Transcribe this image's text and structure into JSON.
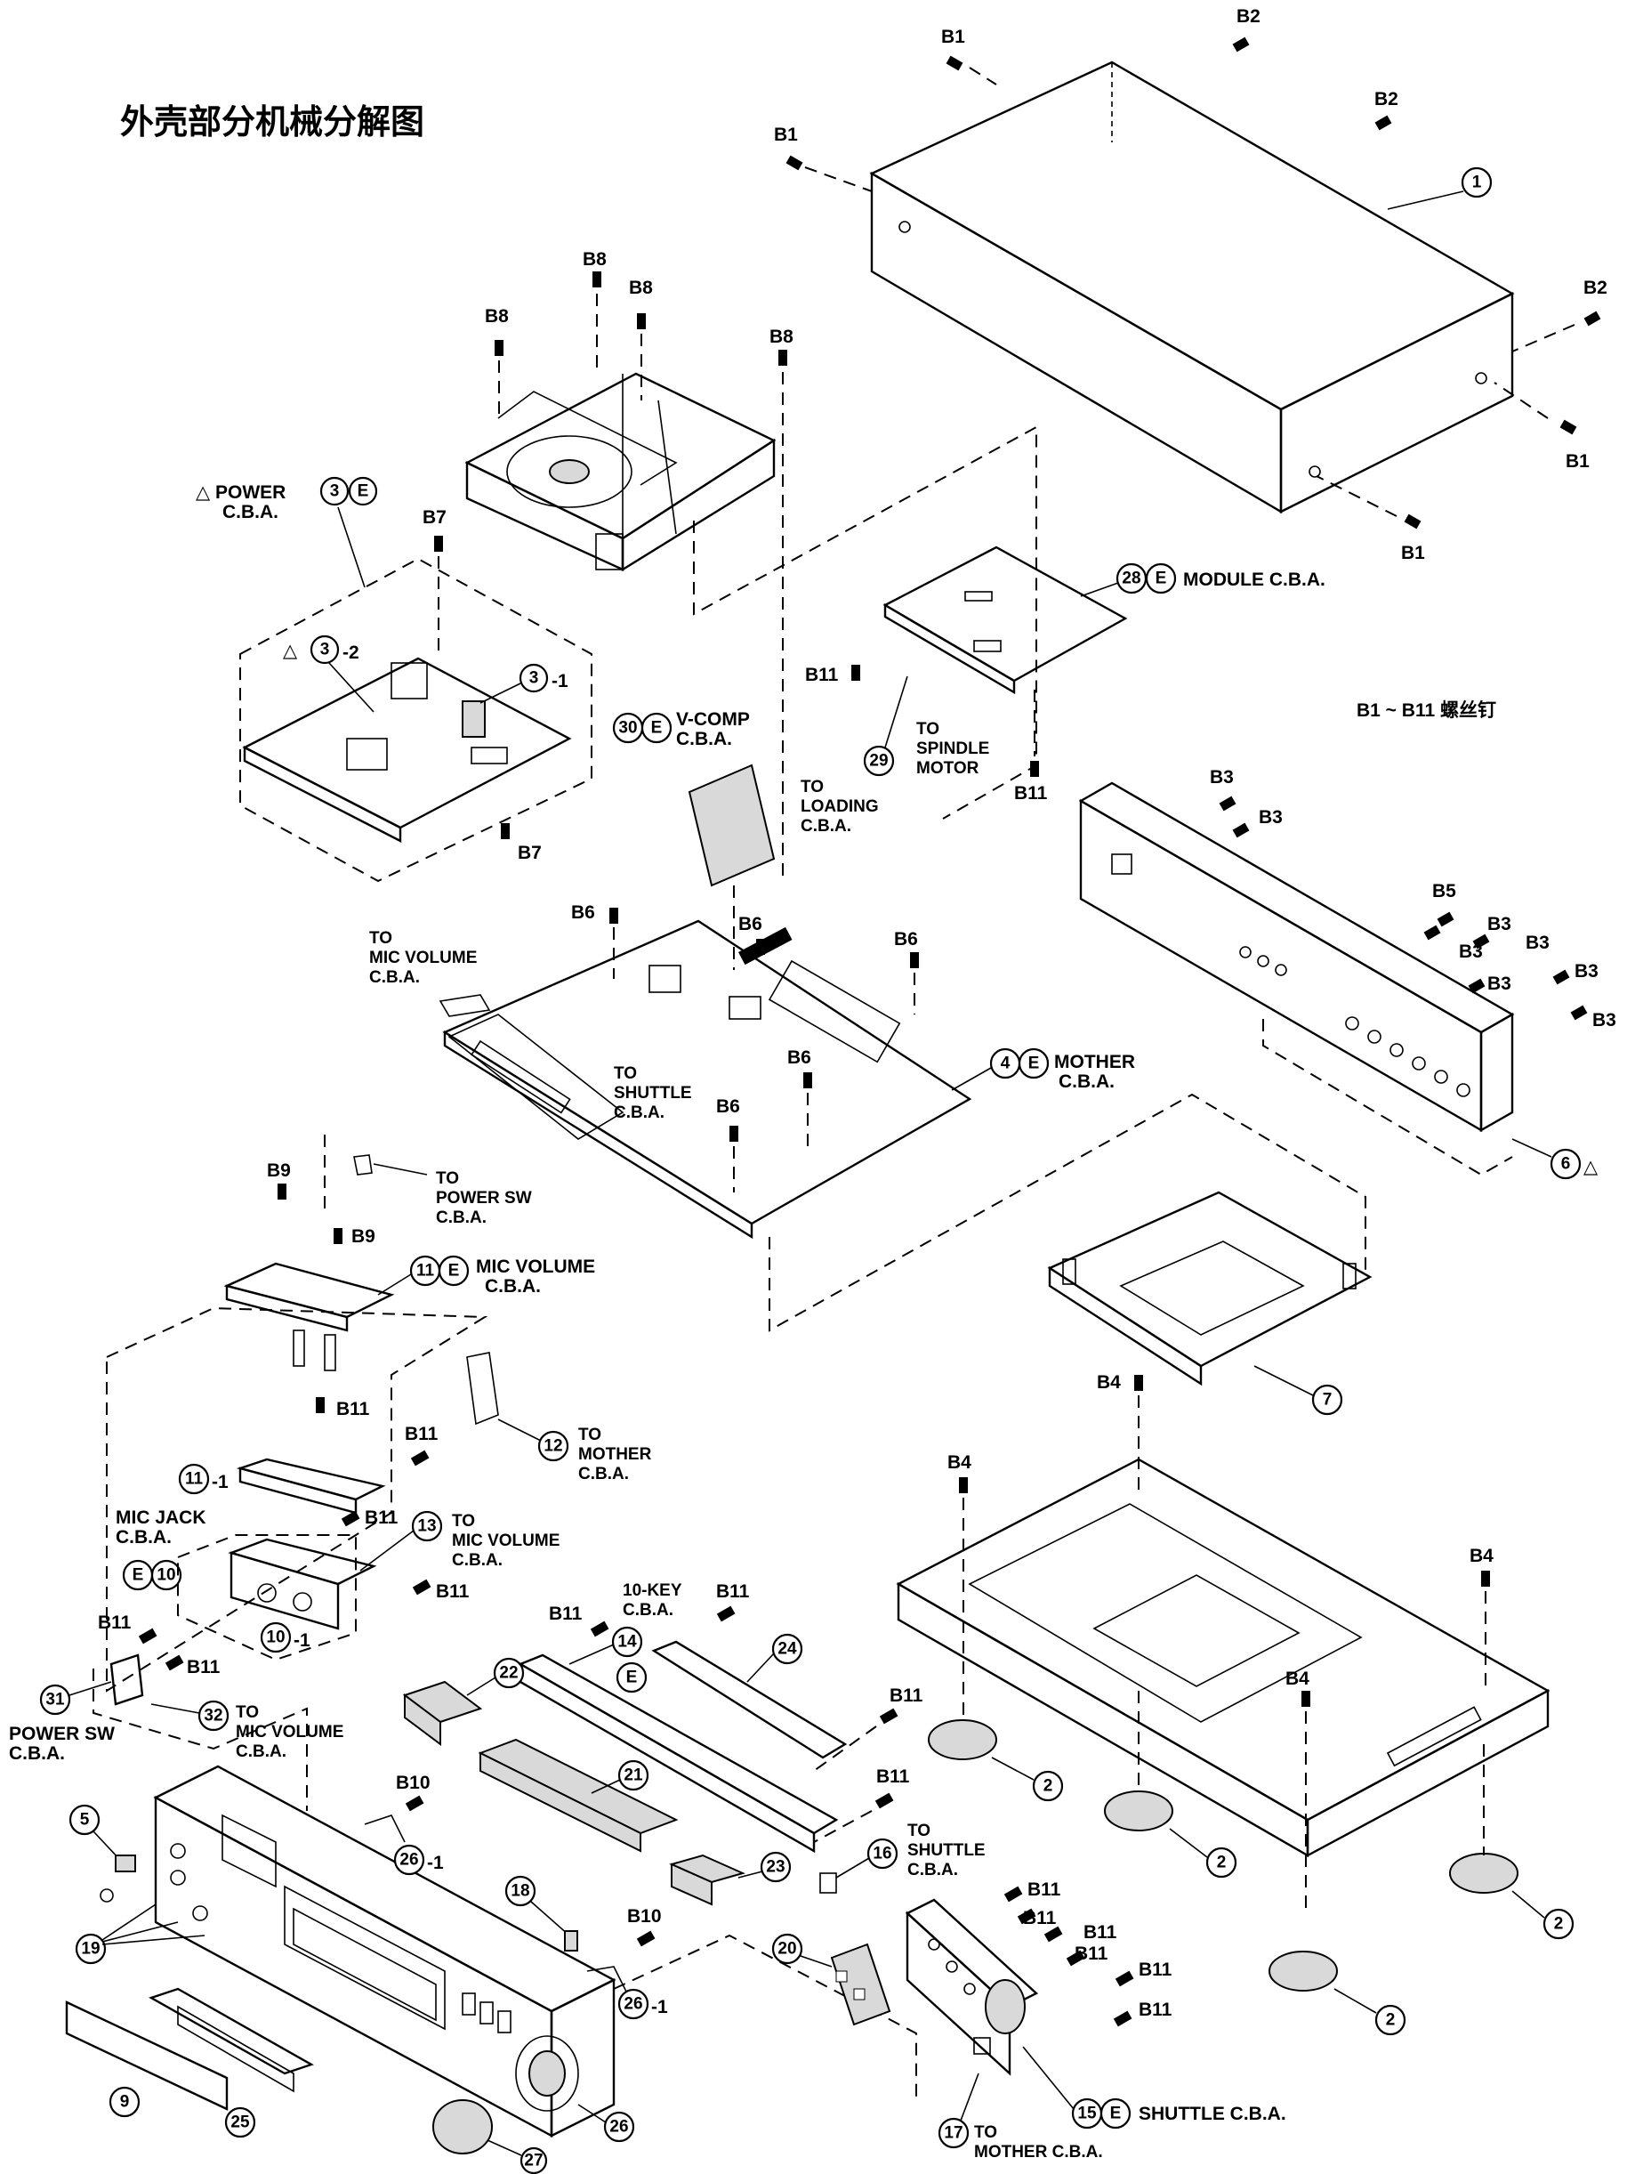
{
  "title": "外壳部分机械分解图",
  "note": "B1 ~ B11 螺丝钉",
  "screws": {
    "b1": "B1",
    "b2": "B2",
    "b3": "B3",
    "b4": "B4",
    "b5": "B5",
    "b6": "B6",
    "b7": "B7",
    "b8": "B8",
    "b9": "B9",
    "b10": "B10",
    "b11": "B11"
  },
  "parts": {
    "p1": "1",
    "p2": "2",
    "p3": "3",
    "p3_1": "-1",
    "p3_2": "-2",
    "p4": "4",
    "p5": "5",
    "p6": "6",
    "p7": "7",
    "p9": "9",
    "p10": "10",
    "p10_1": "-1",
    "p11": "11",
    "p11_1": "-1",
    "p12": "12",
    "p13": "13",
    "p14": "14",
    "p15": "15",
    "p16": "16",
    "p17": "17",
    "p18": "18",
    "p19": "19",
    "p20": "20",
    "p21": "21",
    "p22": "22",
    "p23": "23",
    "p24": "24",
    "p25": "25",
    "p26": "26",
    "p26_1": "-1",
    "p27": "27",
    "p28": "28",
    "p29": "29",
    "p30": "30",
    "p31": "31",
    "p32": "32",
    "e": "E"
  },
  "labels": {
    "power_1": "POWER",
    "power_2": "C.B.A.",
    "module": "MODULE C.B.A.",
    "vcomp_1": "V-COMP",
    "vcomp_2": "C.B.A.",
    "to_spindle_1": "TO",
    "to_spindle_2": "SPINDLE",
    "to_spindle_3": "MOTOR",
    "to_loading_1": "TO",
    "to_loading_2": "LOADING",
    "to_loading_3": "C.B.A.",
    "to_micvol_1": "TO",
    "to_micvol_2": "MIC VOLUME",
    "to_micvol_3": "C.B.A.",
    "to_shuttle_1": "TO",
    "to_shuttle_2": "SHUTTLE",
    "to_shuttle_3": "C.B.A.",
    "mother_1": "MOTHER",
    "mother_2": "C.B.A.",
    "to_powersw_1": "TO",
    "to_powersw_2": "POWER SW",
    "to_powersw_3": "C.B.A.",
    "micvol_1": "MIC VOLUME",
    "micvol_2": "C.B.A.",
    "to_mother_1": "TO",
    "to_mother_2": "MOTHER",
    "to_mother_3": "C.B.A.",
    "micjack_1": "MIC JACK",
    "micjack_2": "C.B.A.",
    "to_micvol13_1": "TO",
    "to_micvol13_2": "MIC VOLUME",
    "to_micvol13_3": "C.B.A.",
    "tenkey_1": "10-KEY",
    "tenkey_2": "C.B.A.",
    "powersw_1": "POWER SW",
    "powersw_2": "C.B.A.",
    "to_micvol32_1": "TO",
    "to_micvol32_2": "MIC VOLUME",
    "to_micvol32_3": "C.B.A.",
    "to_shuttle16_1": "TO",
    "to_shuttle16_2": "SHUTTLE",
    "to_shuttle16_3": "C.B.A.",
    "shuttle": "SHUTTLE C.B.A.",
    "to_mother17_1": "TO",
    "to_mother17_2": "MOTHER C.B.A."
  }
}
